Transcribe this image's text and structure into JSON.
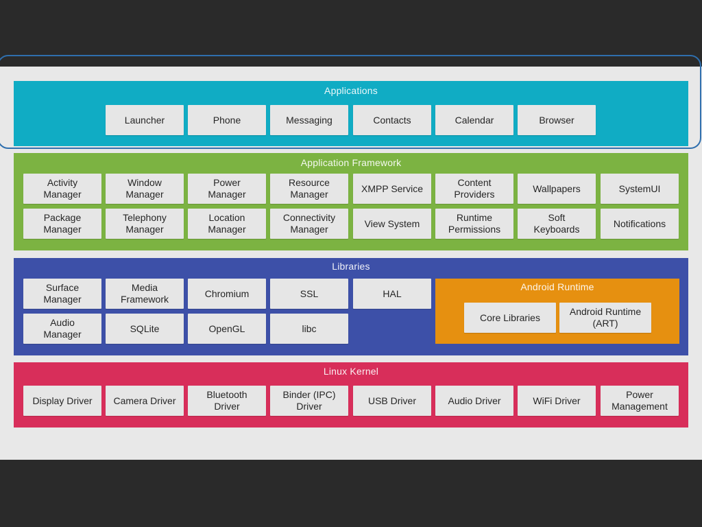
{
  "colors": {
    "applications": "#10acc4",
    "framework": "#7cb342",
    "libraries": "#3d50a8",
    "runtime": "#e69010",
    "kernel": "#d82e5a",
    "highlight": "#2f6fae"
  },
  "applications": {
    "title": "Applications",
    "items": [
      "Launcher",
      "Phone",
      "Messaging",
      "Contacts",
      "Calendar",
      "Browser"
    ]
  },
  "framework": {
    "title": "Application Framework",
    "items": [
      "Activity\nManager",
      "Window\nManager",
      "Power\nManager",
      "Resource\nManager",
      "XMPP Service",
      "Content\nProviders",
      "Wallpapers",
      "SystemUI",
      "Package\nManager",
      "Telephony\nManager",
      "Location\nManager",
      "Connectivity\nManager",
      "View System",
      "Runtime\nPermissions",
      "Soft\nKeyboards",
      "Notifications"
    ]
  },
  "libraries": {
    "title": "Libraries",
    "items": [
      "Surface\nManager",
      "Media\nFramework",
      "Chromium",
      "SSL",
      "HAL",
      "Audio\nManager",
      "SQLite",
      "OpenGL",
      "libc"
    ]
  },
  "runtime": {
    "title": "Android Runtime",
    "items": [
      "Core Libraries",
      "Android Runtime\n(ART)"
    ]
  },
  "kernel": {
    "title": "Linux Kernel",
    "items": [
      "Display Driver",
      "Camera Driver",
      "Bluetooth\nDriver",
      "Binder (IPC)\nDriver",
      "USB Driver",
      "Audio Driver",
      "WiFi Driver",
      "Power\nManagement"
    ]
  }
}
